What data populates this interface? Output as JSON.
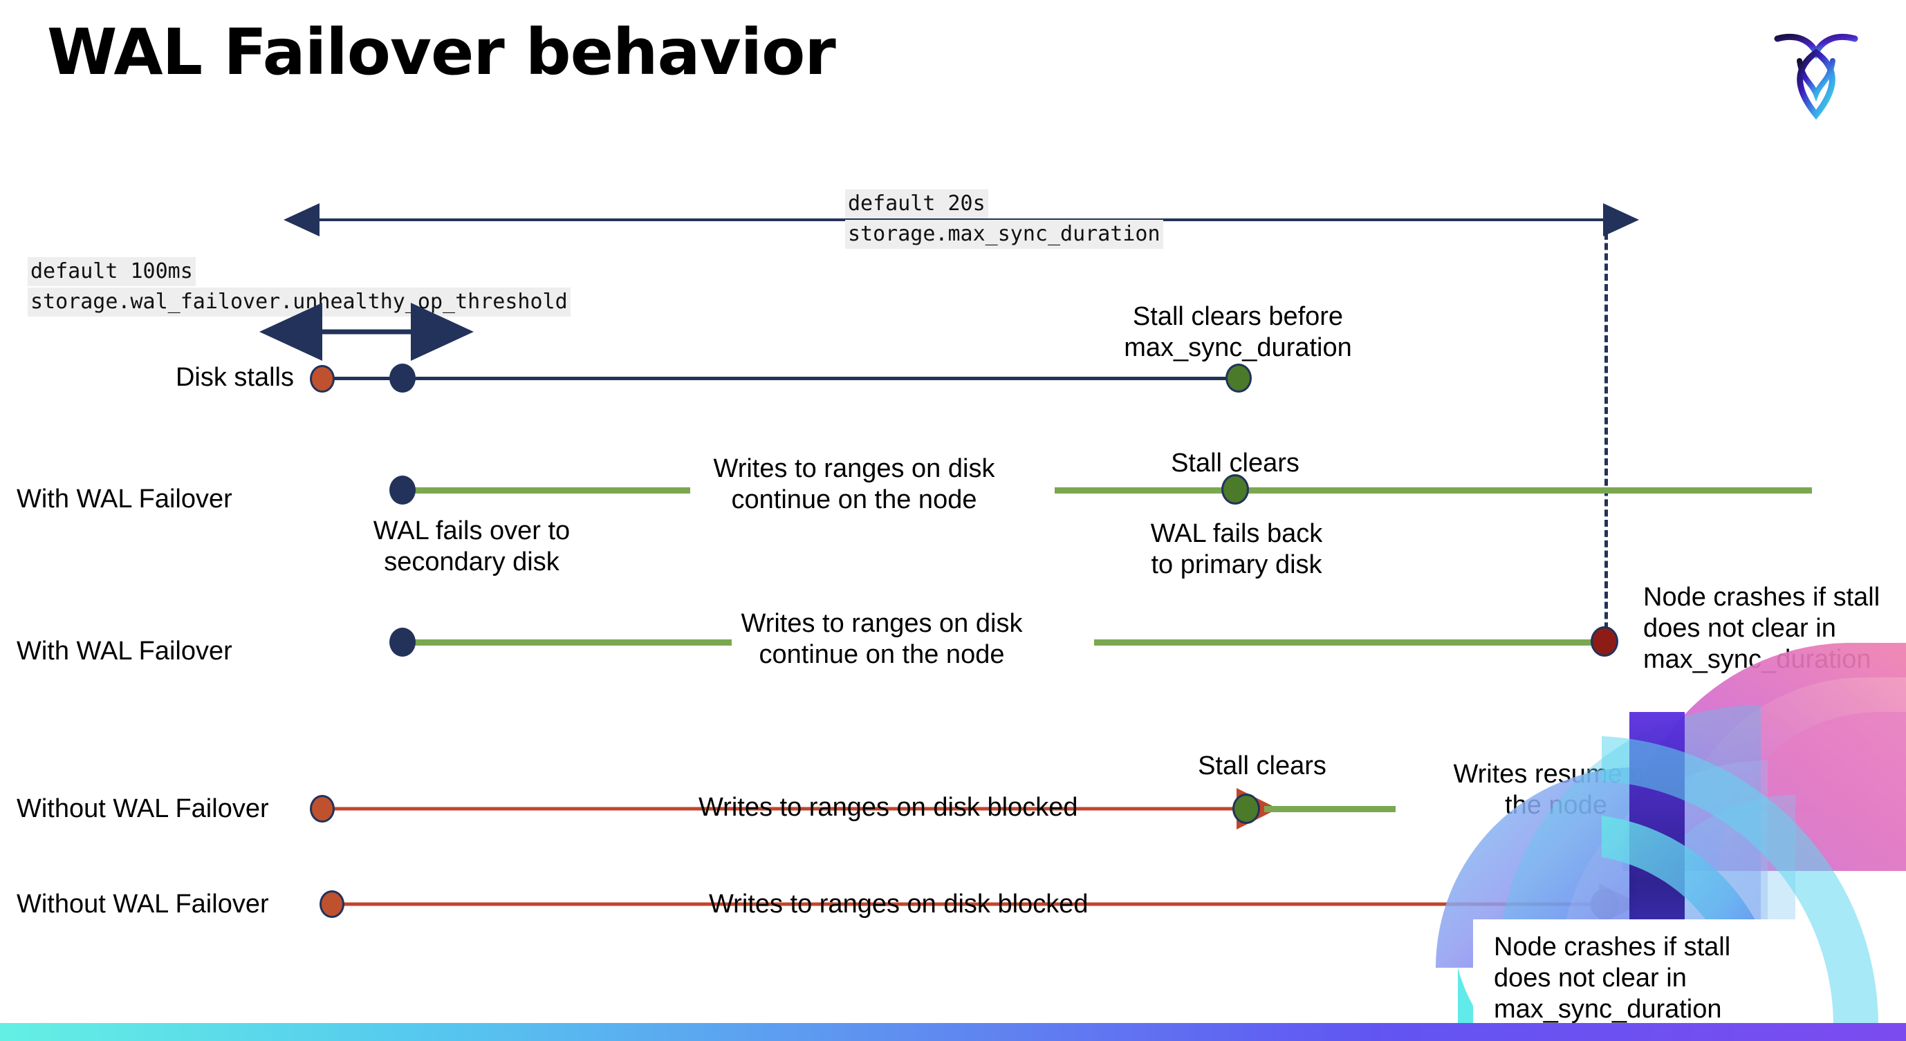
{
  "slide": {
    "title": "WAL Failover behavior",
    "logo_name": "cockroachdb-logo"
  },
  "annotations": {
    "top_span": {
      "default_line": "default 20s",
      "setting_line": "storage.max_sync_duration"
    },
    "left_span": {
      "default_line": "default 100ms",
      "setting_line": "storage.wal_failover.unhealthy_op_threshold"
    }
  },
  "rows": [
    {
      "id": "disk-stalls",
      "label": "Disk stalls",
      "notes": {
        "stall_clears_before": "Stall clears before\nmax_sync_duration"
      }
    },
    {
      "id": "with-wal-failover-recovers",
      "label": "With WAL Failover",
      "notes": {
        "failover_to_secondary": "WAL fails over to\nsecondary disk",
        "writes_continue": "Writes to ranges on disk\ncontinue on the node",
        "stall_clears": "Stall clears",
        "fails_back": "WAL fails  back\nto primary disk"
      }
    },
    {
      "id": "with-wal-failover-crashes",
      "label": "With WAL Failover",
      "notes": {
        "writes_continue": "Writes to ranges on disk\ncontinue on the node",
        "node_crashes": "Node crashes if stall\ndoes not clear in\nmax_sync_duration"
      }
    },
    {
      "id": "without-wal-failover-recovers",
      "label": "Without WAL Failover",
      "notes": {
        "writes_blocked": "Writes to ranges on disk  blocked",
        "stall_clears": "Stall clears",
        "writes_resume": "Writes resume on\nthe node"
      }
    },
    {
      "id": "without-wal-failover-crashes",
      "label": "Without WAL Failover",
      "notes": {
        "writes_blocked": "Writes to ranges on disk  blocked",
        "node_crashes": "Node crashes if stall\ndoes not clear in\nmax_sync_duration"
      }
    }
  ],
  "colors": {
    "navy": "#22325a",
    "green_line": "#7aa852",
    "green_dot": "#4a7a2a",
    "red_line": "#c0462a",
    "orange_dot": "#c0512e",
    "dark_red_dot": "#8e1c16",
    "code_chip_bg": "#eeeeee",
    "bar_gradient_start": "#63f0e3",
    "bar_gradient_end": "#7b4bf0"
  }
}
